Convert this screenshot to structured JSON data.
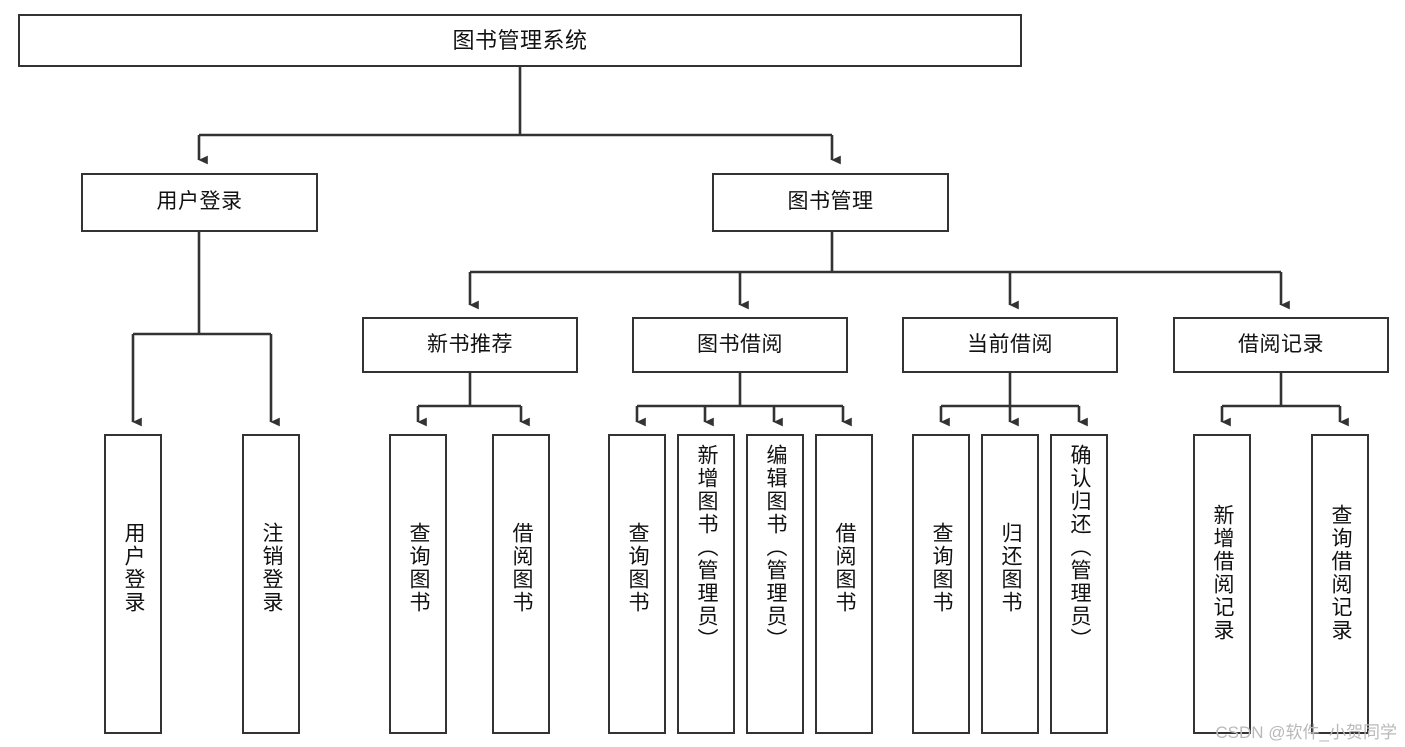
{
  "diagram": {
    "title": "图书管理系统",
    "type": "tree-structure-chart",
    "watermark": "CSDN @软件_小贺同学",
    "accent_color": "#333333",
    "background_color": "#ffffff",
    "text_color": "#111111"
  },
  "nodes": {
    "root": {
      "label": "图书管理系统"
    },
    "level2": [
      {
        "label": "用户登录"
      },
      {
        "label": "图书管理"
      }
    ],
    "level3": [
      {
        "label": "新书推荐"
      },
      {
        "label": "图书借阅"
      },
      {
        "label": "当前借阅"
      },
      {
        "label": "借阅记录"
      }
    ],
    "leaves": {
      "user_login": [
        {
          "label": "用户登录"
        },
        {
          "label": "注销登录"
        }
      ],
      "new_book": [
        {
          "label": "查询图书"
        },
        {
          "label": "借阅图书"
        }
      ],
      "book_borrow": [
        {
          "label": "查询图书"
        },
        {
          "label": "新增图书（管理员）"
        },
        {
          "label": "编辑图书（管理员）"
        },
        {
          "label": "借阅图书"
        }
      ],
      "current_borrow": [
        {
          "label": "查询图书"
        },
        {
          "label": "归还图书"
        },
        {
          "label": "确认归还（管理员）"
        }
      ],
      "borrow_record": [
        {
          "label": "新增借阅记录"
        },
        {
          "label": "查询借阅记录"
        }
      ]
    }
  }
}
